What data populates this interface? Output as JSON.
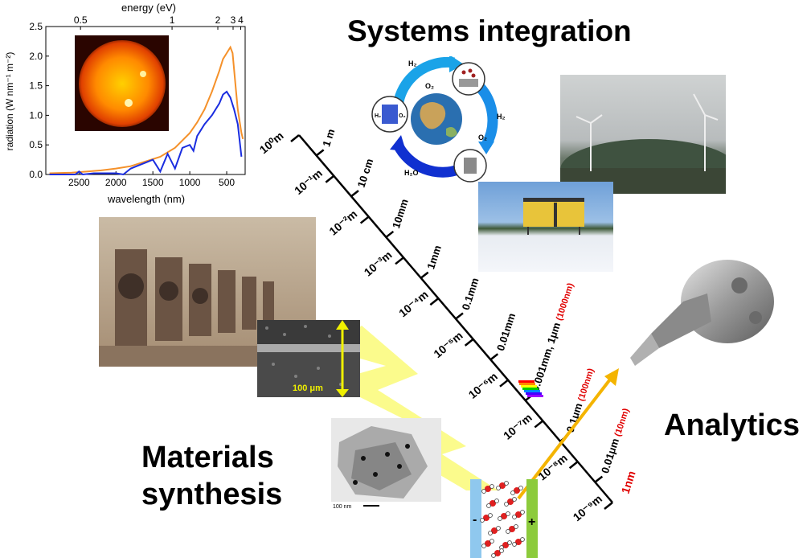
{
  "titles": {
    "systems": "Systems integration",
    "analytics": "Analytics",
    "materials_line1": "Materials",
    "materials_line2": "synthesis"
  },
  "chart_data": {
    "type": "line",
    "xlabel": "wavelength (nm)",
    "x2label": "energy (eV)",
    "ylabel": "radiation (W nm⁻¹ m⁻²)",
    "x_ticks": [
      "2500",
      "2000",
      "1500",
      "1000",
      "500"
    ],
    "x2_ticks": [
      "0.5",
      "1",
      "2",
      "3",
      "4"
    ],
    "y_ticks": [
      "0.0",
      "0.5",
      "1.0",
      "1.5",
      "2.0",
      "2.5"
    ],
    "xlim": [
      2950,
      250
    ],
    "ylim": [
      0,
      2.5
    ],
    "series": [
      {
        "color": "#f5912a",
        "x": [
          2900,
          2600,
          2400,
          2200,
          2000,
          1800,
          1600,
          1400,
          1200,
          1000,
          900,
          800,
          700,
          600,
          550,
          500,
          450,
          420,
          380,
          350,
          300,
          280
        ],
        "values": [
          0.02,
          0.03,
          0.05,
          0.07,
          0.1,
          0.14,
          0.22,
          0.3,
          0.45,
          0.7,
          0.88,
          1.1,
          1.4,
          1.75,
          1.95,
          2.05,
          2.15,
          2.05,
          1.5,
          1.1,
          0.7,
          0.6
        ]
      },
      {
        "color": "#1a2de0",
        "x": [
          2900,
          2550,
          2500,
          2450,
          2300,
          2000,
          1900,
          1800,
          1700,
          1600,
          1500,
          1400,
          1300,
          1200,
          1100,
          1000,
          950,
          900,
          800,
          700,
          600,
          550,
          500,
          450,
          400,
          350,
          300
        ],
        "values": [
          0.0,
          0.0,
          0.05,
          0.0,
          0.02,
          0.02,
          0.0,
          0.1,
          0.15,
          0.2,
          0.25,
          0.05,
          0.35,
          0.1,
          0.45,
          0.5,
          0.4,
          0.65,
          0.85,
          1.0,
          1.2,
          1.35,
          1.4,
          1.3,
          1.1,
          0.85,
          0.3
        ]
      }
    ]
  },
  "scale": {
    "exponents": [
      {
        "label": "10⁰m",
        "size": "1 m"
      },
      {
        "label": "10⁻¹m",
        "size": "10 cm"
      },
      {
        "label": "10⁻²m",
        "size": "10mm"
      },
      {
        "label": "10⁻³m",
        "size": "1mm"
      },
      {
        "label": "10⁻⁴m",
        "size": "0.1mm"
      },
      {
        "label": "10⁻⁵m",
        "size": "0.01mm"
      },
      {
        "label": "10⁻⁶m",
        "size": "0.001mm, 1μm",
        "extra": "(1000nm)"
      },
      {
        "label": "10⁻⁷m",
        "size": "0.1μm",
        "extra": "(100nm)"
      },
      {
        "label": "10⁻⁸m",
        "size": "0.01μm",
        "extra": "(10nm)"
      },
      {
        "label": "10⁻⁹m",
        "size": "",
        "extra": "1nm"
      }
    ]
  },
  "cycle": {
    "h2_top": "H₂",
    "o2_top": "O₂",
    "h2_right": "H₂",
    "o2_right": "O₂",
    "h2o": "H₂O",
    "h2_left": "H₂",
    "o2_left": "O₂"
  },
  "micrographs": {
    "sem_scale": "100 μm",
    "tem_scale": "100 nm"
  },
  "electrode": {
    "minus": "-",
    "plus": "+"
  },
  "colors": {
    "orange_curve": "#f5912a",
    "blue_curve": "#1a2de0",
    "lightning": "#fafa78",
    "analytics_arrow": "#f4b400",
    "cycle_blue": "#1aa3e8",
    "electrode_blue": "#8fc8ee",
    "electrode_green": "#8ccb3c"
  }
}
